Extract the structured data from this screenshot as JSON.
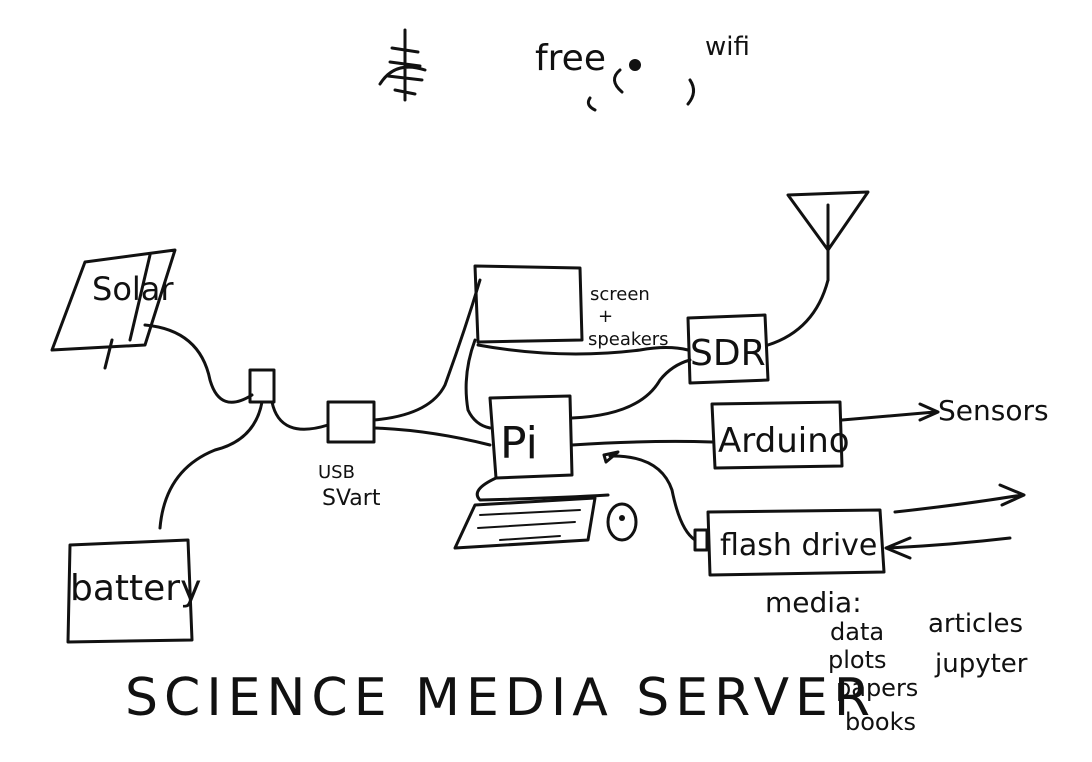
{
  "title": "SCIENCE MEDIA SERVER",
  "header": {
    "free_label": "free",
    "wifi_label": "wifi"
  },
  "nodes": {
    "solar": "Solar",
    "battery": "battery",
    "usb_switch_line1": "USB",
    "usb_switch_line2": "SVart",
    "screen_line1": "screen",
    "screen_line2": "+",
    "screen_line3": "speakers",
    "pi": "Pi",
    "sdr": "SDR",
    "arduino": "Arduino",
    "sensors": "Sensors",
    "flash_drive": "flash drive"
  },
  "media": {
    "heading": "media:",
    "items": [
      "data",
      "plots",
      "papers",
      "books"
    ],
    "items_right": [
      "articles",
      "jupyter"
    ]
  }
}
